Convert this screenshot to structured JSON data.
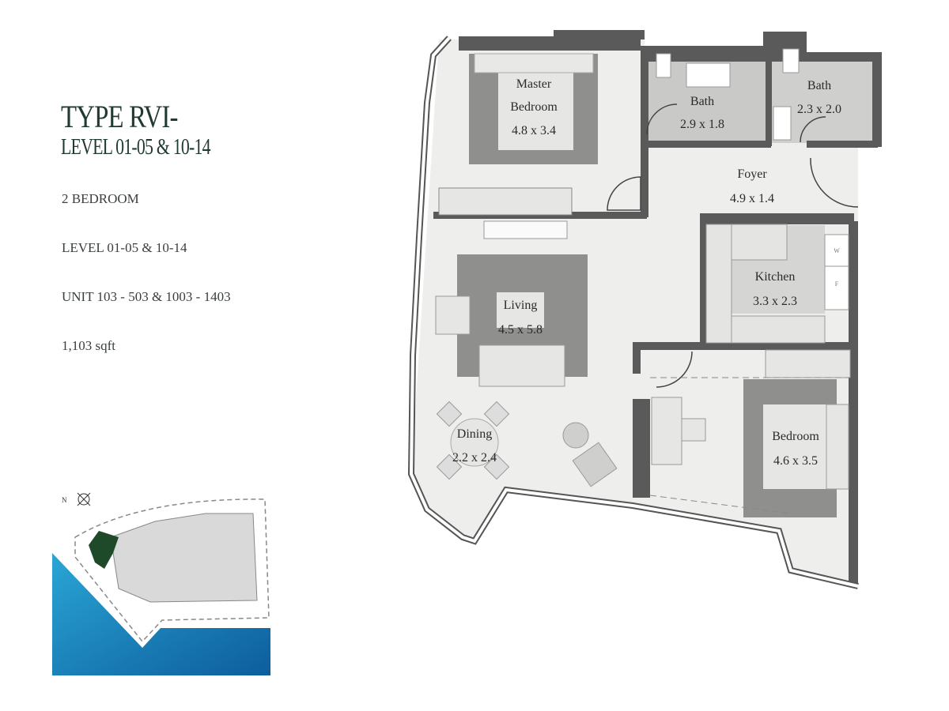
{
  "header": {
    "title": "TYPE RVI-",
    "subtitle": "LEVEL 01-05 & 10-14"
  },
  "details": {
    "bedrooms": "2 BEDROOM",
    "levels": "LEVEL 01-05 & 10-14",
    "units": "UNIT 103 - 503 & 1003 - 1403",
    "area": "1,103 sqft"
  },
  "keymap": {
    "north_label": "N",
    "compass_icon": "compass-icon",
    "highlight_color": "#1f4a2a",
    "water_color": "#1e8fc4"
  },
  "rooms": [
    {
      "name": "Master",
      "name2": "Bedroom",
      "size": "4.8 x 3.4"
    },
    {
      "name": "Bath",
      "size": "2.9 x 1.8"
    },
    {
      "name": "Bath",
      "size": "2.3 x 2.0"
    },
    {
      "name": "Foyer",
      "size": "4.9 x 1.4"
    },
    {
      "name": "Kitchen",
      "size": "3.3 x 2.3"
    },
    {
      "name": "Living",
      "size": "4.5 x 5.8"
    },
    {
      "name": "Dining",
      "size": "2.2 x 2.4"
    },
    {
      "name": "Bedroom",
      "size": "4.6 x 3.5"
    }
  ],
  "appliances": {
    "washer": "W",
    "fridge": "F"
  }
}
